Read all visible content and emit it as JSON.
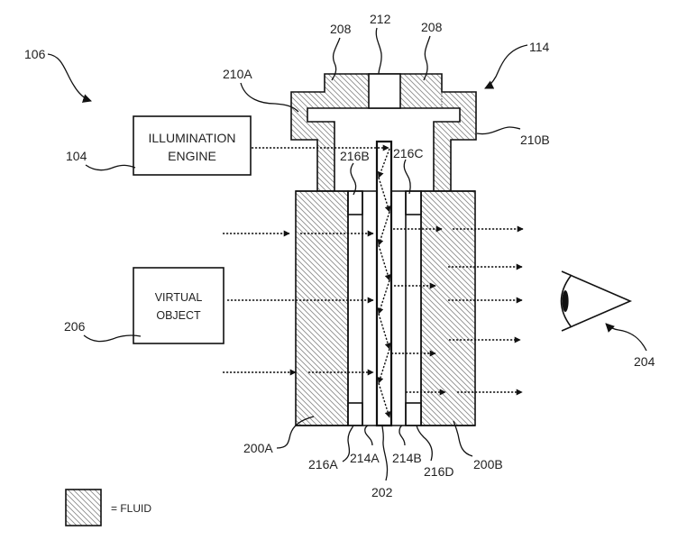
{
  "figure": {
    "labels": {
      "system": "106",
      "illumination_engine": "104",
      "virtual_object": "206",
      "cap_portion_left": "210A",
      "reservoir_left": "208",
      "opening": "212",
      "reservoir_right": "208",
      "display_device": "114",
      "cap_portion_right": "210B",
      "spacer_top_left": "216B",
      "spacer_top_right": "216C",
      "eye": "204",
      "fluid_layer_left": "200A",
      "spacer_bottom_left": "216A",
      "layer_left": "214A",
      "waveguide": "202",
      "layer_right": "214B",
      "spacer_bottom_right": "216D",
      "fluid_layer_right": "200B"
    },
    "illumination_box": {
      "line1": "ILLUMINATION",
      "line2": "ENGINE"
    },
    "virtual_object_box": {
      "line1": "VIRTUAL",
      "line2": "OBJECT"
    },
    "legend": {
      "text": "= FLUID",
      "pattern": "diagonal-hatch"
    }
  },
  "colors": {
    "line": "#111111",
    "hatch": "#8c8c8c",
    "text": "#222222",
    "background": "#ffffff"
  }
}
